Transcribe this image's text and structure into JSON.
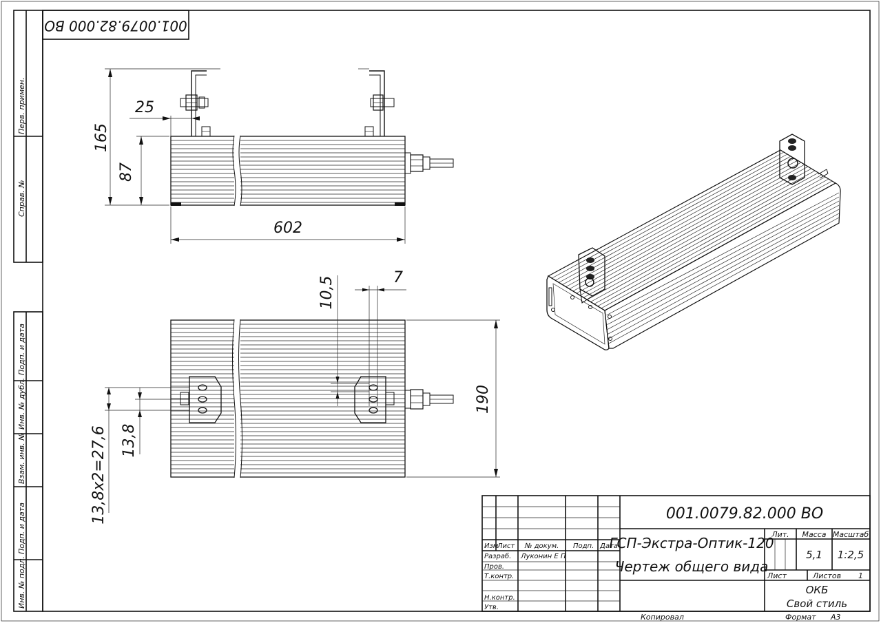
{
  "drawing_code": "001.0079.82.000 ВО",
  "drawing_code_rotated": "001.0079.82.000 ВО",
  "left_strip": [
    "Перв. примен.",
    "Справ. №",
    "Подп. и дата",
    "Инв. № дубл.",
    "Взам. инв. №",
    "Подп. и дата",
    "Инв. № подл."
  ],
  "dimensions": {
    "height_total": "165",
    "height_body": "87",
    "bracket_offset": "25",
    "length": "602",
    "hole_spacing_v": "10,5",
    "hole_diameter": "7",
    "width": "190",
    "slot_pitch": "13,8",
    "slot_total": "13,8х2=27,6"
  },
  "title_block": {
    "code": "001.0079.82.000 ВО",
    "name_line1": "ГСП-Экстра-Оптик-120",
    "name_line2": "Чертеж общего вида",
    "headers": {
      "izm": "Изм",
      "list": "Лист",
      "doc": "№ докум.",
      "sign": "Подп.",
      "date": "Дата"
    },
    "roles": {
      "razrab": "Разраб.",
      "prov": "Пров.",
      "tkontr": "Т.контр.",
      "nkontr": "Н.контр.",
      "utv": "Утв."
    },
    "developer": "Луконин Е П",
    "lit_label": "Лит.",
    "mass_label": "Масса",
    "scale_label": "Масштаб",
    "mass": "5,1",
    "scale": "1:2,5",
    "sheet_label": "Лист",
    "sheets_label": "Листов",
    "sheets": "1",
    "org1": "ОКБ",
    "org2": "Свой стиль",
    "copied": "Копировал",
    "format_label": "Формат",
    "format": "А3"
  }
}
